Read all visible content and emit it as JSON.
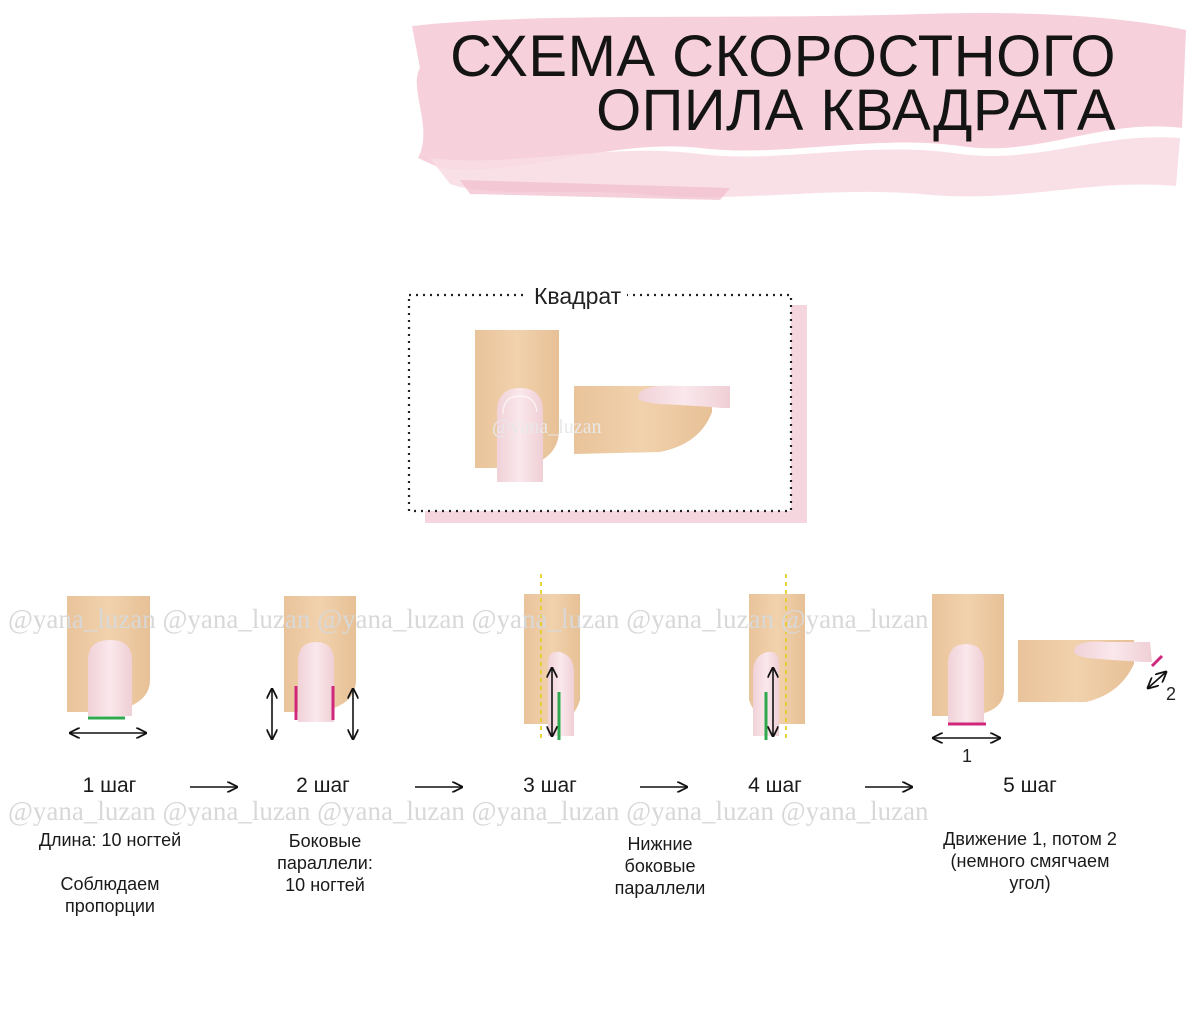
{
  "title": {
    "line1": "СХЕМА СКОРОСТНОГО",
    "line2": "ОПИЛА КВАДРАТА"
  },
  "shape_label": "Квадрат",
  "watermark": "@yana_luzan",
  "watermark_row_top": "@yana_luzan @yana_luzan @yana_luzan @yana_luzan @yana_luzan @yana_luzan",
  "watermark_row_bottom": "@yana_luzan @yana_luzan @yana_luzan @yana_luzan @yana_luzan @yana_luzan",
  "steps": [
    {
      "label": "1 шаг",
      "desc": [
        "Длина: 10 ногтей",
        "",
        "Соблюдаем",
        "пропорции"
      ]
    },
    {
      "label": "2 шаг",
      "desc": [
        "Боковые",
        "параллели:",
        "10 ногтей"
      ]
    },
    {
      "label": "3 шаг",
      "desc": []
    },
    {
      "label": "4 шаг",
      "desc": []
    },
    {
      "label": "5 шаг",
      "desc": [
        "Движение 1, потом 2",
        "(немного смягчаем",
        "угол)"
      ]
    }
  ],
  "shared_desc": [
    "Нижние",
    "боковые",
    "параллели"
  ],
  "motion_labels": {
    "first": "1",
    "second": "2"
  },
  "colors": {
    "skin": "#ecc9a2",
    "nail": "#f6dde2",
    "brush": "#f4c8d3",
    "magenta": "#d0267b",
    "green": "#2fa84f",
    "guide": "#e6cf2a"
  }
}
